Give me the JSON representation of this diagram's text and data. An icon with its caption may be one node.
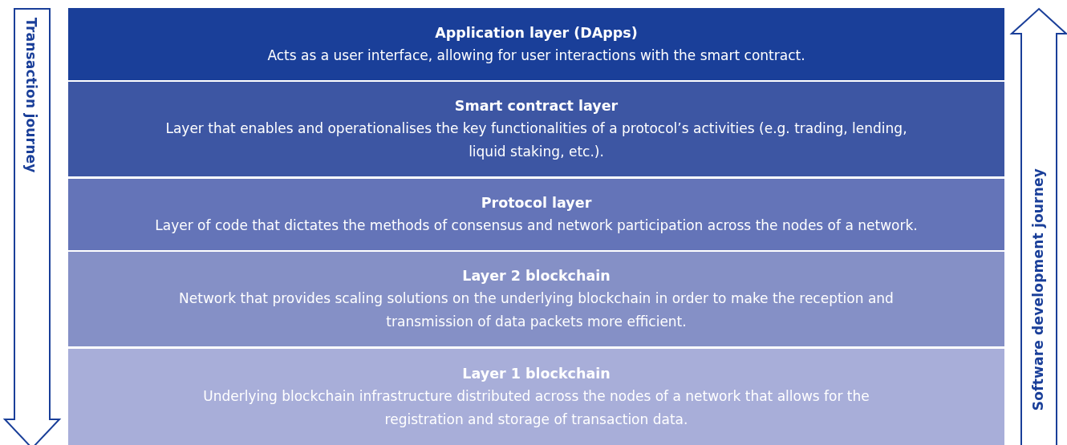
{
  "diagram": {
    "nodes": [
      {
        "text": [
          "Application layer (DApps)",
          "Acts as a user interface, allowing for user interactions with the smart contract."
        ]
      },
      {
        "text": [
          "Smart contract layer",
          "Layer that enables and operationalises the key functionalities of a protocol’s activities (e.g. trading, lending, liquid staking, etc.)."
        ]
      },
      {
        "text": [
          "Protocol layer",
          "Layer of code that dictates the methods of consensus and network participation across the nodes of a network."
        ]
      },
      {
        "text": [
          "Layer 2 blockchain",
          "Network that provides scaling solutions on the underlying blockchain in order to make the reception and transmission of data packets more efficient."
        ]
      },
      {
        "text": [
          "Layer 1 blockchain",
          "Underlying blockchain infrastructure distributed across the nodes of a network that allows for the registration and storage of transaction data."
        ]
      },
      {
        "text": [
          "Transaction journey"
        ]
      },
      {
        "text": [
          "Software development journey"
        ]
      }
    ]
  }
}
